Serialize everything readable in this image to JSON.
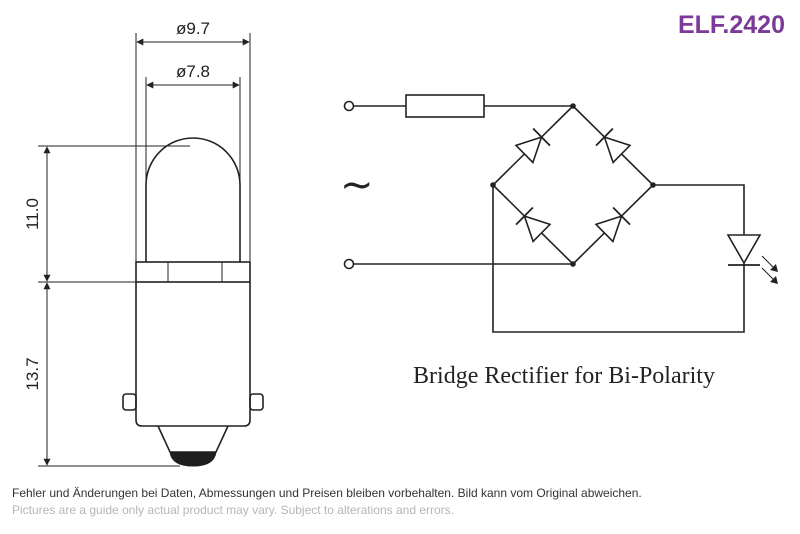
{
  "product_code": "ELF.2420",
  "dimensions": {
    "outer_diameter": "ø9.7",
    "inner_diameter": "ø7.8",
    "bulb_height": "11.0",
    "base_height": "13.7"
  },
  "circuit": {
    "ac_symbol": "~",
    "caption": "Bridge Rectifier for Bi-Polarity"
  },
  "footer": {
    "german": "Fehler und Änderungen bei Daten, Abmessungen und Preisen bleiben vorbehalten. Bild kann vom Original abweichen.",
    "english": "Pictures are a guide only actual product may vary. Subject to alterations and errors."
  },
  "colors": {
    "line": "#222222",
    "accent": "#7b3a96",
    "footer_muted": "#b5b5b5"
  }
}
